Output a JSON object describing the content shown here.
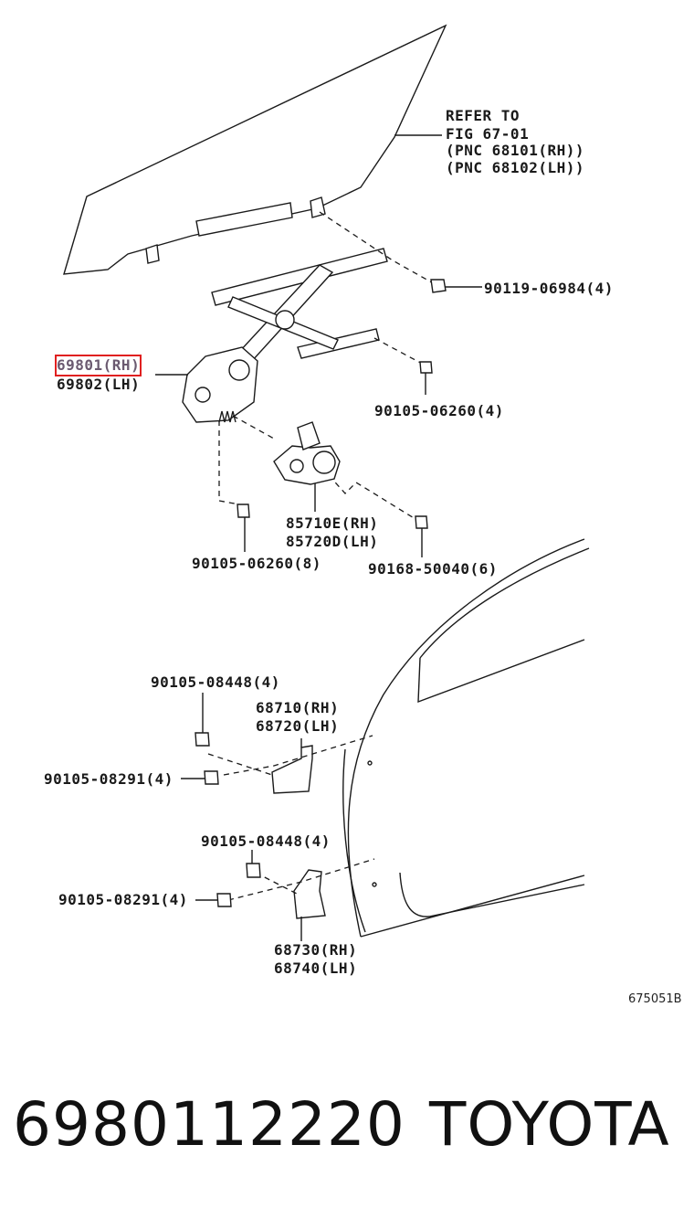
{
  "labels": {
    "refer1": "REFER TO",
    "refer2": "FIG 67-01",
    "refer3": "(PNC 68101(RH))",
    "refer4": "(PNC 68102(LH))",
    "bolt1": "90119-06984(4)",
    "reg_rh": "69801(RH)",
    "reg_lh": "69802(LH)",
    "bolt2": "90105-06260(4)",
    "motor_rh": "85710E(RH)",
    "motor_lh": "85720D(LH)",
    "bolt3": "90105-06260(8)",
    "bolt4": "90168-50040(6)",
    "bolt5": "90105-08448(4)",
    "hinge1_rh": "68710(RH)",
    "hinge1_lh": "68720(LH)",
    "bolt6": "90105-08291(4)",
    "bolt7": "90105-08448(4)",
    "bolt8": "90105-08291(4)",
    "hinge2_rh": "68730(RH)",
    "hinge2_lh": "68740(LH)",
    "fig_code": "675051B"
  },
  "footer": {
    "part_number": "6980112220",
    "brand": "TOYOTA"
  },
  "colors": {
    "highlight": "#e02020",
    "line": "#1a1a1a"
  }
}
